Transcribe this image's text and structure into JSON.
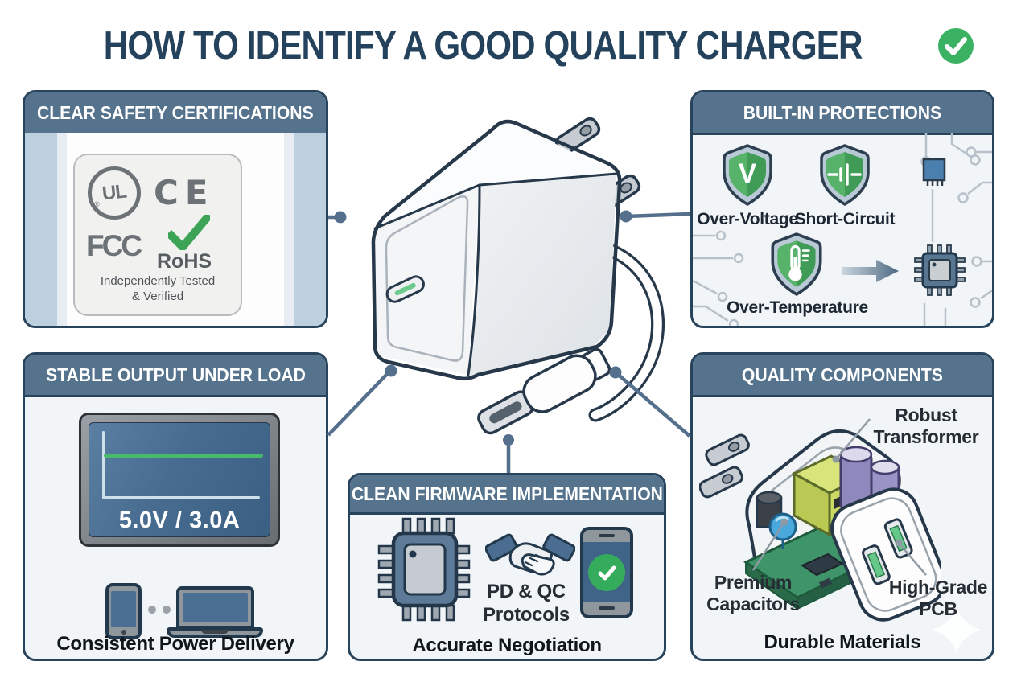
{
  "title": {
    "text": "HOW TO IDENTIFY A GOOD QUALITY CHARGER"
  },
  "panels": {
    "certifications": {
      "header": "CLEAR SAFETY CERTIFICATIONS",
      "logos": {
        "ul": "UL",
        "ul_r": "®",
        "ce": "CE",
        "fcc": "FCC",
        "rohs": "RoHS"
      },
      "note_line1": "Independently Tested",
      "note_line2": "& Verified"
    },
    "protections": {
      "header": "BUILT-IN PROTECTIONS",
      "shield_glyph": "V",
      "items": [
        {
          "label": "Over-Voltage"
        },
        {
          "label": "Short-Circuit"
        },
        {
          "label": "Over-Temperature"
        }
      ]
    },
    "output": {
      "header": "STABLE OUTPUT UNDER LOAD",
      "reading": "5.0V / 3.0A",
      "caption": "Consistent Power Delivery"
    },
    "firmware": {
      "header": "CLEAN FIRMWARE IMPLEMENTATION",
      "protocols_line1": "PD & QC",
      "protocols_line2": "Protocols",
      "caption": "Accurate Negotiation"
    },
    "quality": {
      "header": "QUALITY COMPONENTS",
      "callouts": {
        "transformer_line1": "Robust",
        "transformer_line2": "Transformer",
        "capacitors_line1": "Premium",
        "capacitors_line2": "Capacitors",
        "pcb_line1": "High-Grade",
        "pcb_line2": "PCB"
      },
      "caption": "Durable Materials"
    }
  },
  "colors": {
    "header_bg": "#56738D",
    "panel_border": "#28445C",
    "panel_bg": "#F2F5F8",
    "title": "#24425C",
    "check_green": "#3BB162",
    "shield_green": "#42A058",
    "trace_green": "#49BA6C",
    "strip_blue": "#BCD0E0",
    "connector_line": "#54708C"
  }
}
